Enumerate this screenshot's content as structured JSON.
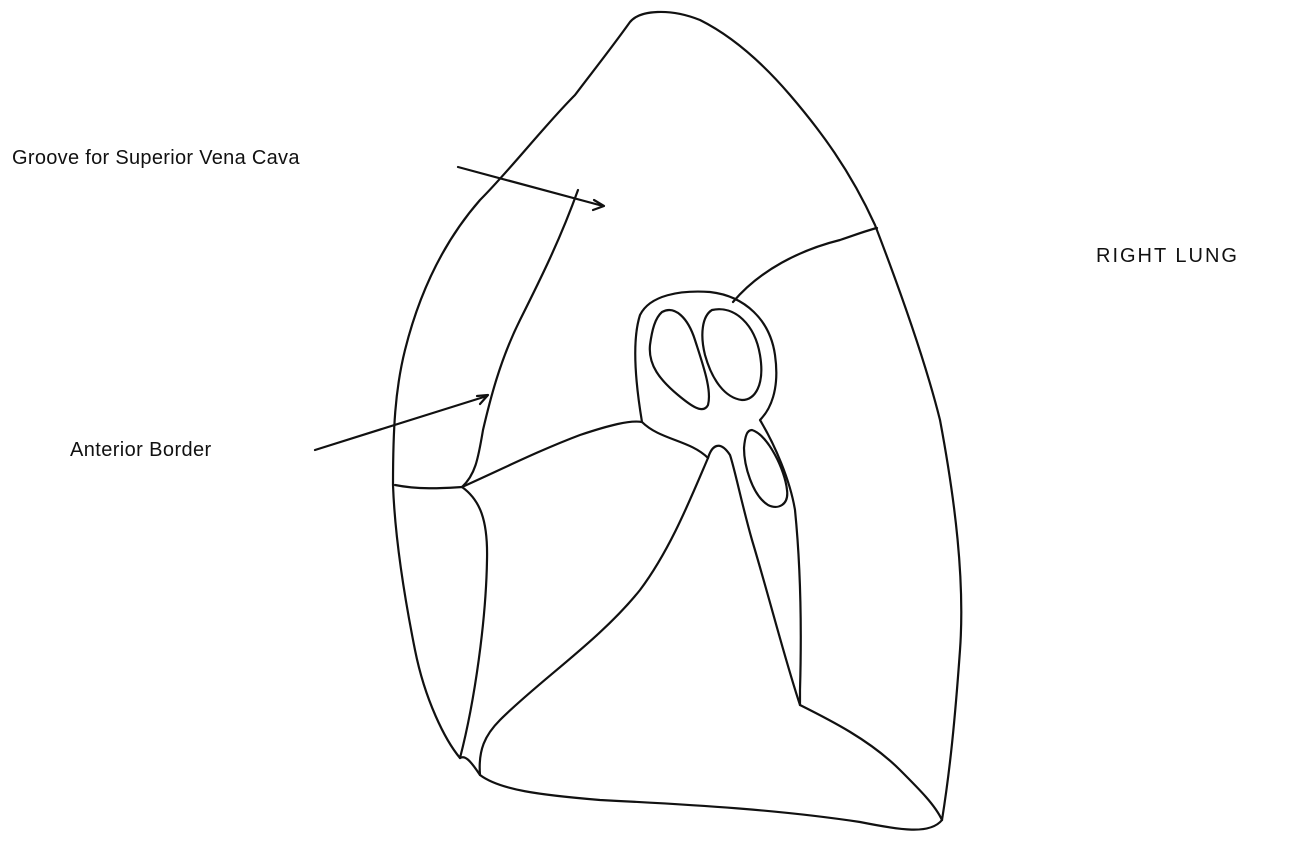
{
  "diagram": {
    "title": "RIGHT LUNG",
    "labels": {
      "groove_svc": "Groove  for Superior Vena Cava",
      "anterior_border": "Anterior Border"
    },
    "colors": {
      "line": "#111111",
      "background": "#ffffff"
    }
  }
}
